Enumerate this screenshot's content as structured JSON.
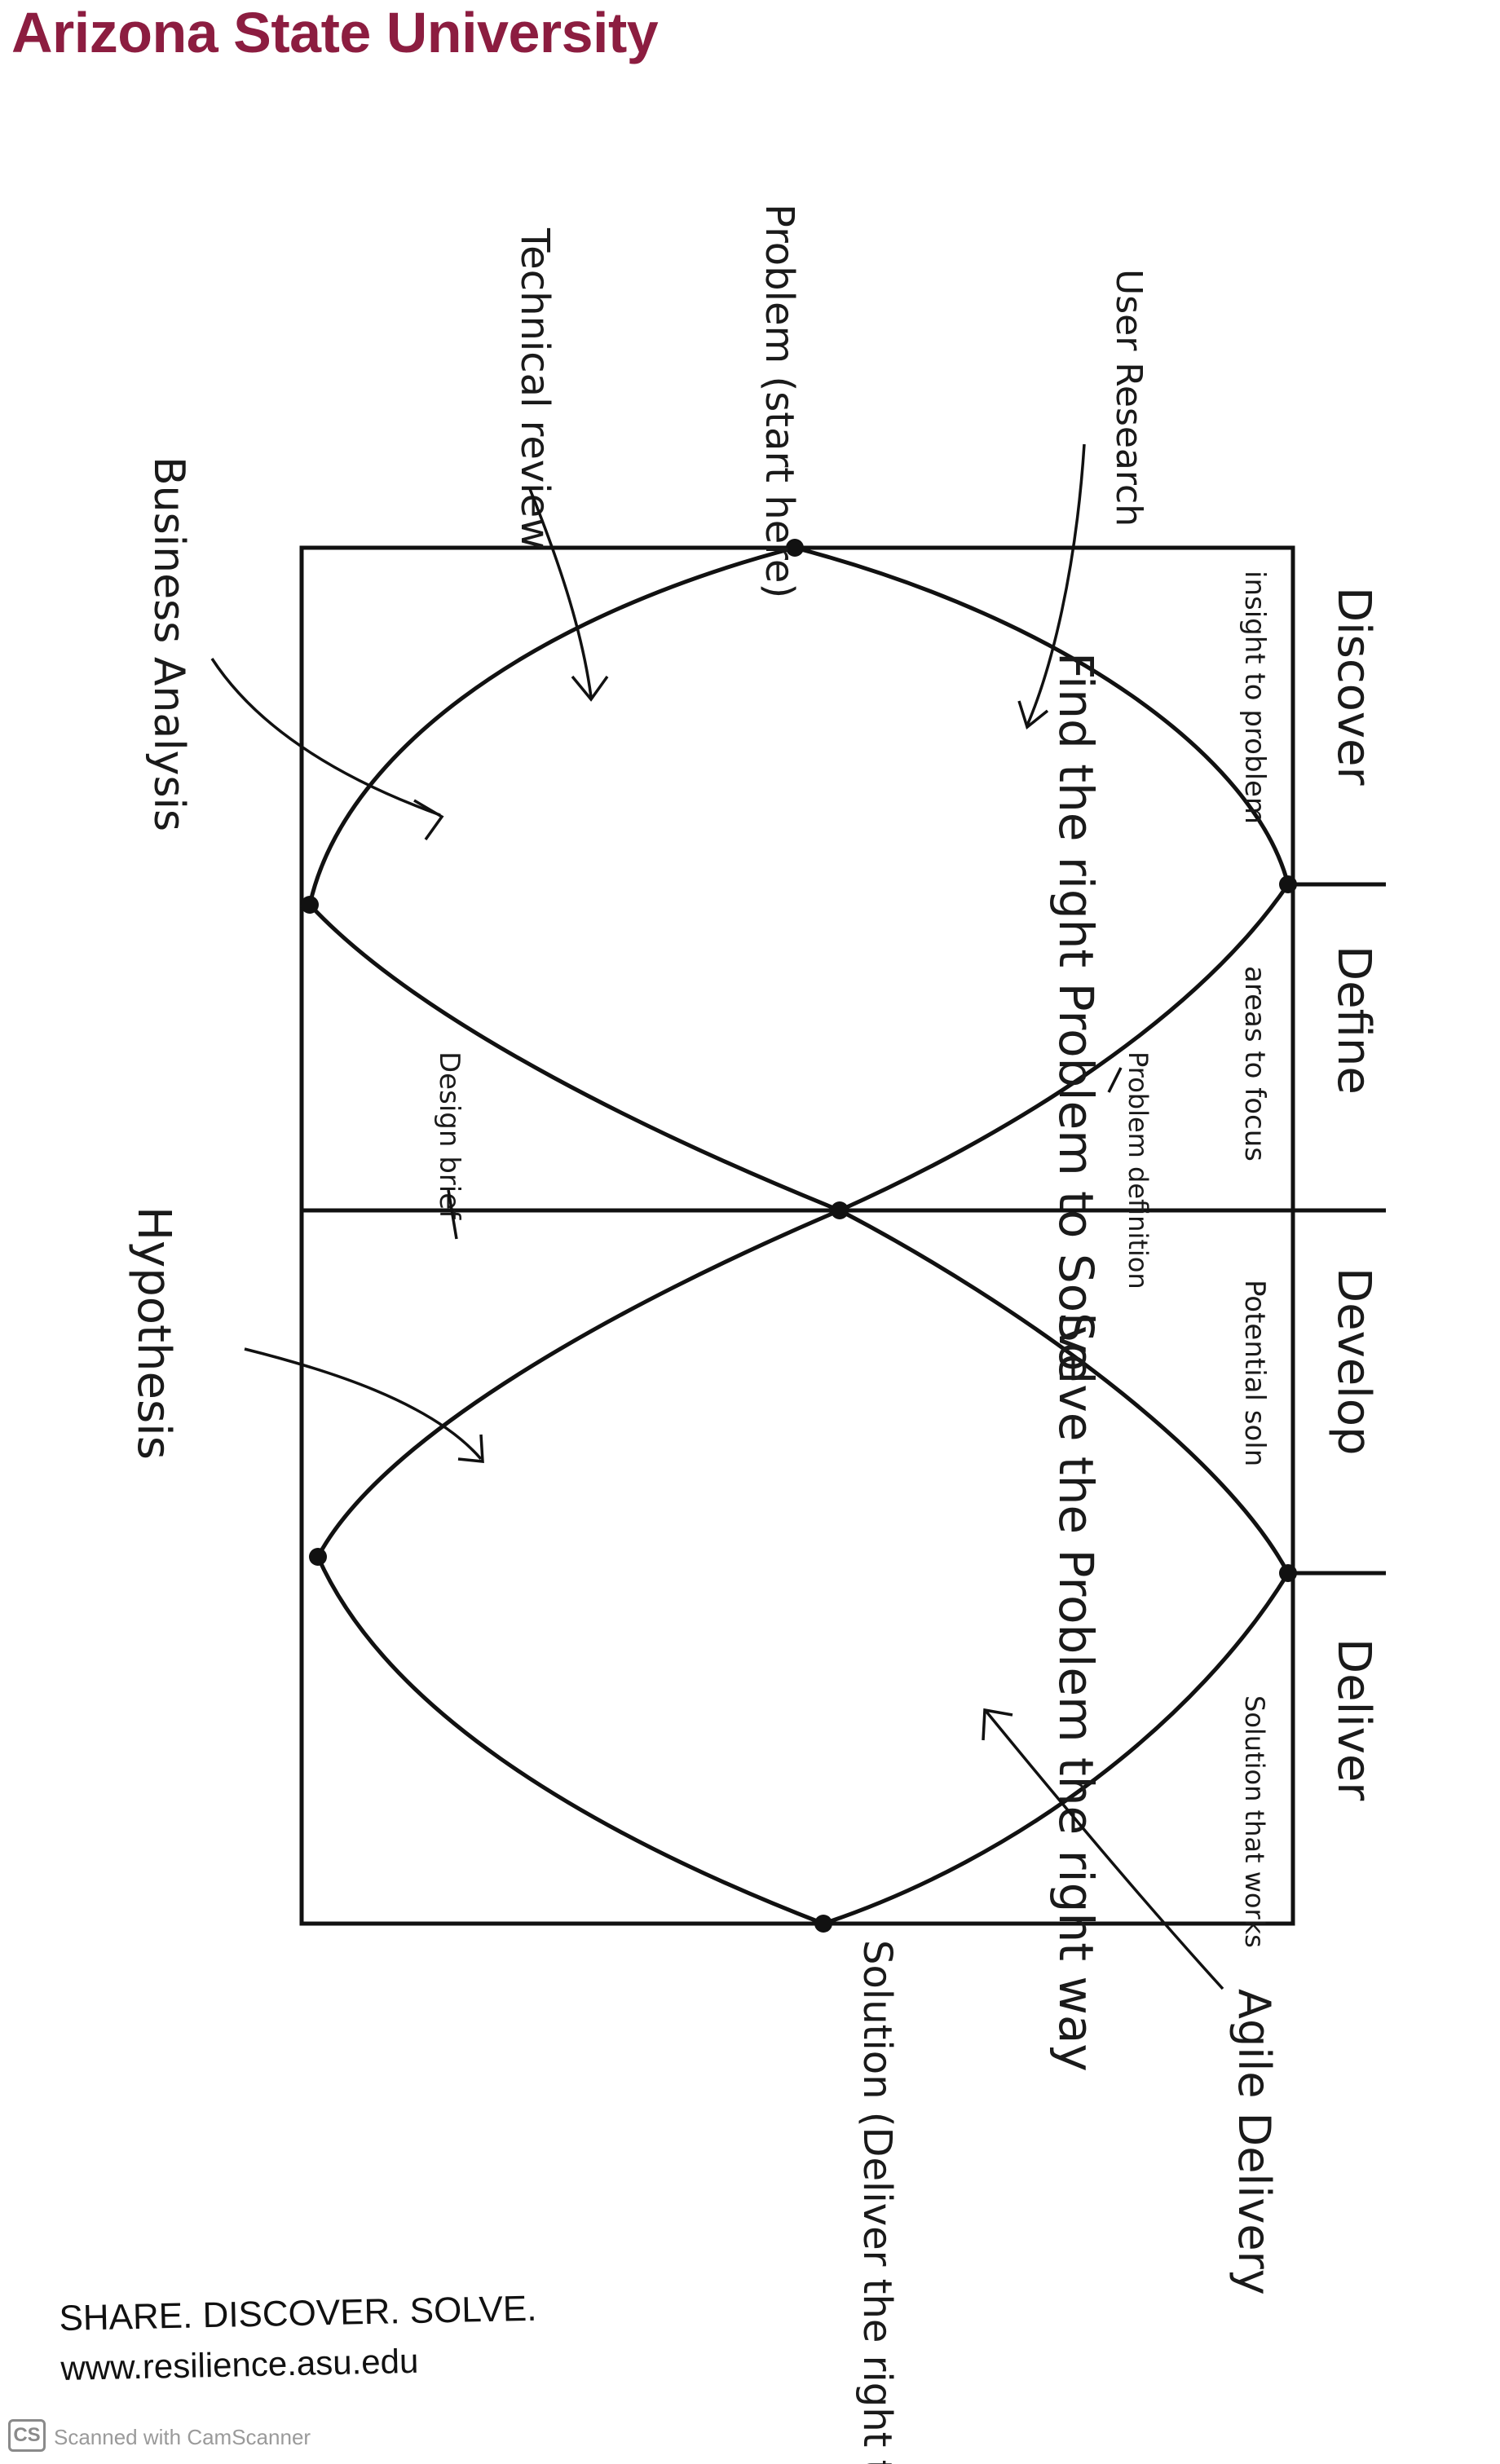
{
  "header": {
    "title": "Arizona State University"
  },
  "diagram": {
    "phases": [
      "Discover",
      "Define",
      "Develop",
      "Deliver"
    ],
    "phase_notes": {
      "discover": "insight to problem",
      "define": "areas to focus",
      "develop": "Potential soln",
      "deliver": "Solution that works"
    },
    "diamond_labels": {
      "first": "Find the right Problem to Solve",
      "second": "Solve the Problem the right way"
    },
    "center_labels": {
      "problem_definition": "Problem definition",
      "design_brief": "Design brief"
    },
    "annotations": {
      "user_research": "User Research",
      "problem_start": "Problem (start here)",
      "technical_review": "Technical review",
      "business_analysis": "Business Analysis",
      "hypothesis": "Hypothesis",
      "agile_delivery": "Agile Delivery",
      "solution": "Solution (Deliver the right thing)"
    }
  },
  "footer": {
    "tagline": "SHARE. DISCOVER. SOLVE.",
    "website": "www.resilience.asu.edu",
    "scanner_badge": "CS",
    "scanner_text": "Scanned with CamScanner"
  }
}
